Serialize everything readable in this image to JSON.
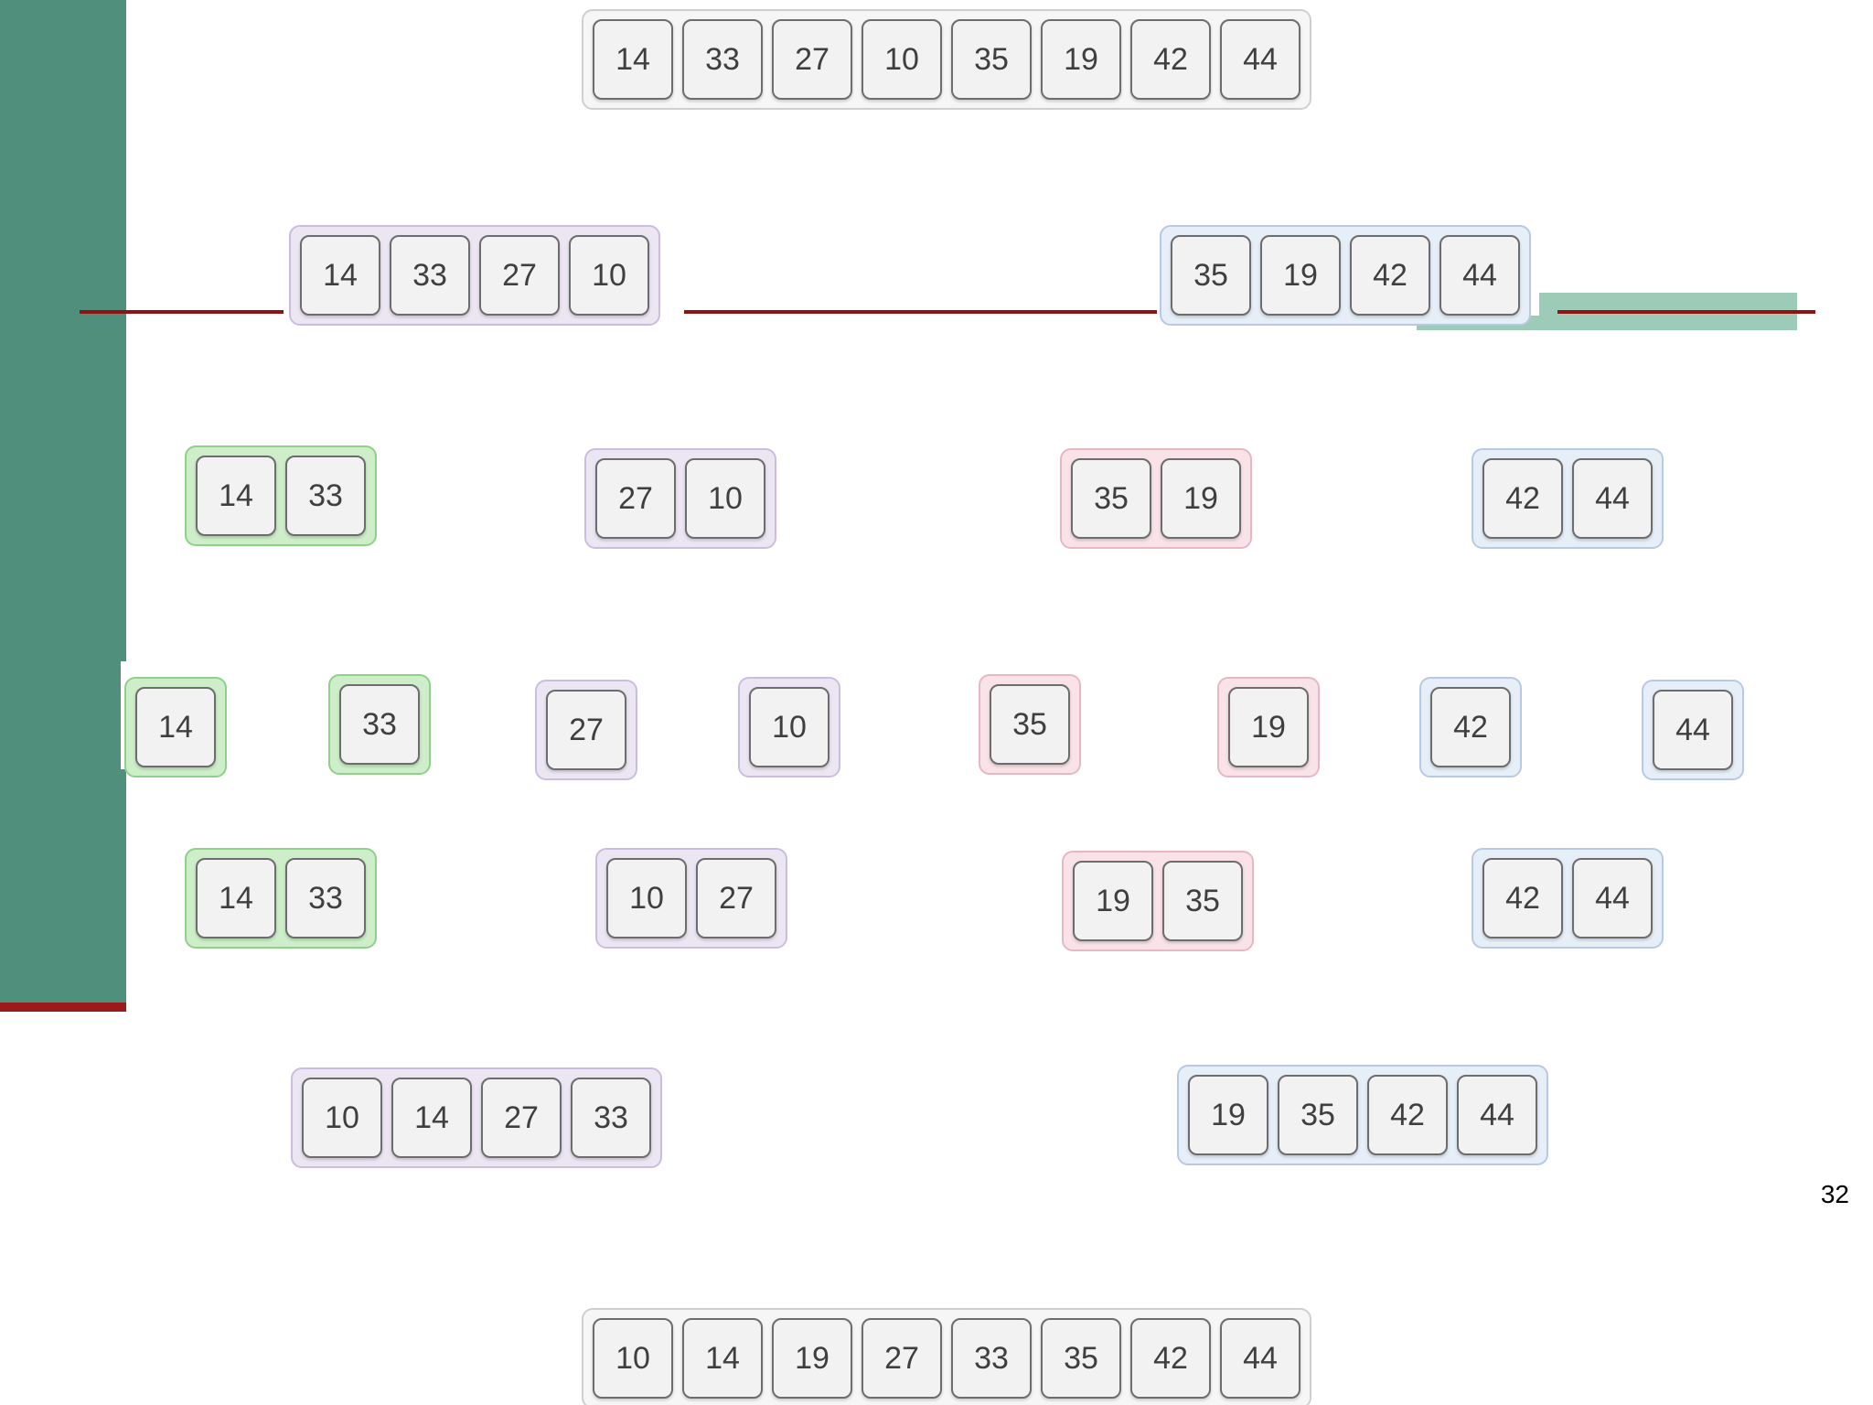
{
  "colors": {
    "sidebar": "#518f7d",
    "accent_red": "#8e1414",
    "accent_teal_light": "#9ccbb7",
    "group_gray": "#f6f6f6",
    "group_purple": "#ece6f3",
    "group_blue": "#e6eef8",
    "group_green": "#cdeec8",
    "group_pink": "#f9e3e9"
  },
  "page_number": "32",
  "rows": [
    {
      "name": "input",
      "groups": [
        {
          "color": "gray",
          "values": [
            "14",
            "33",
            "27",
            "10",
            "35",
            "19",
            "42",
            "44"
          ]
        }
      ]
    },
    {
      "name": "split-1",
      "groups": [
        {
          "color": "purple",
          "values": [
            "14",
            "33",
            "27",
            "10"
          ]
        },
        {
          "color": "blue",
          "values": [
            "35",
            "19",
            "42",
            "44"
          ]
        }
      ]
    },
    {
      "name": "split-2",
      "groups": [
        {
          "color": "green",
          "values": [
            "14",
            "33"
          ]
        },
        {
          "color": "purple",
          "values": [
            "27",
            "10"
          ]
        },
        {
          "color": "pink",
          "values": [
            "35",
            "19"
          ]
        },
        {
          "color": "blue",
          "values": [
            "42",
            "44"
          ]
        }
      ]
    },
    {
      "name": "singles",
      "groups": [
        {
          "color": "green",
          "values": [
            "14"
          ]
        },
        {
          "color": "green",
          "values": [
            "33"
          ]
        },
        {
          "color": "purple",
          "values": [
            "27"
          ]
        },
        {
          "color": "purple",
          "values": [
            "10"
          ]
        },
        {
          "color": "pink",
          "values": [
            "35"
          ]
        },
        {
          "color": "pink",
          "values": [
            "19"
          ]
        },
        {
          "color": "blue",
          "values": [
            "42"
          ]
        },
        {
          "color": "blue",
          "values": [
            "44"
          ]
        }
      ]
    },
    {
      "name": "merge-1",
      "groups": [
        {
          "color": "green",
          "values": [
            "14",
            "33"
          ]
        },
        {
          "color": "purple",
          "values": [
            "10",
            "27"
          ]
        },
        {
          "color": "pink",
          "values": [
            "19",
            "35"
          ]
        },
        {
          "color": "blue",
          "values": [
            "42",
            "44"
          ]
        }
      ]
    },
    {
      "name": "merge-2",
      "groups": [
        {
          "color": "purple",
          "values": [
            "10",
            "14",
            "27",
            "33"
          ]
        },
        {
          "color": "blue",
          "values": [
            "19",
            "35",
            "42",
            "44"
          ]
        }
      ]
    },
    {
      "name": "output",
      "groups": [
        {
          "color": "gray",
          "values": [
            "10",
            "14",
            "19",
            "27",
            "33",
            "35",
            "42",
            "44"
          ]
        }
      ]
    }
  ]
}
